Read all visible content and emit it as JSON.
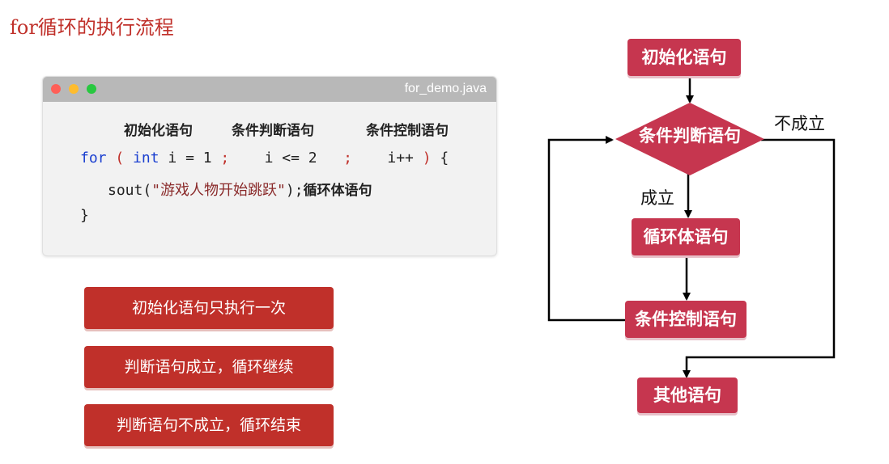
{
  "title": "for循环的执行流程",
  "code_window": {
    "file_name": "for_demo.java",
    "labels": {
      "init": "初始化语句",
      "cond": "条件判断语句",
      "control": "条件控制语句"
    },
    "line1": {
      "kw_for": "for",
      "paren_open": "(",
      "kw_int": "int",
      "init_expr": " i = 1 ",
      "semi1": ";",
      "cond_expr": "i <= 2",
      "semi2": ";",
      "control_expr": "i++",
      "paren_close": ")",
      "brace_open": " {"
    },
    "line2": {
      "call_start": "sout(",
      "string": "\"游戏人物开始跳跃\"",
      "call_end": ");",
      "annotation": "循环体语句"
    },
    "line3": {
      "brace_close": "}"
    }
  },
  "notes": [
    "初始化语句只执行一次",
    "判断语句成立，循环继续",
    "判断语句不成立，循环结束"
  ],
  "flowchart": {
    "init": "初始化语句",
    "condition": "条件判断语句",
    "body": "循环体语句",
    "control": "条件控制语句",
    "other": "其他语句",
    "true_label": "成立",
    "false_label": "不成立"
  },
  "colors": {
    "title": "#c0302a",
    "note_bg": "#c0302a",
    "flow_node": "#c6364f",
    "keyword": "#1a3fd0"
  }
}
